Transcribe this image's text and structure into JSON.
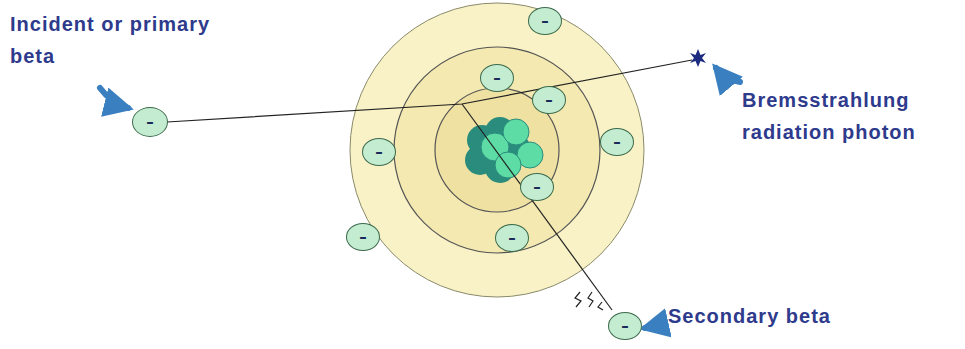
{
  "diagram": {
    "nodes": [
      {
        "text": [
          "–"
        ]
      },
      {
        "text": [
          "–"
        ]
      },
      {
        "text": [
          "–"
        ]
      },
      {
        "text": [
          "–"
        ]
      },
      {
        "text": [
          "–"
        ]
      },
      {
        "text": [
          "–"
        ]
      },
      {
        "text": [
          "–"
        ]
      },
      {
        "text": [
          "–"
        ]
      },
      {
        "text": [
          "–"
        ]
      },
      {
        "text": [
          "–"
        ]
      }
    ],
    "labels": [
      "Incident or primary beta",
      "Bremsstrahlung radiation photon",
      "Secondary beta"
    ]
  }
}
